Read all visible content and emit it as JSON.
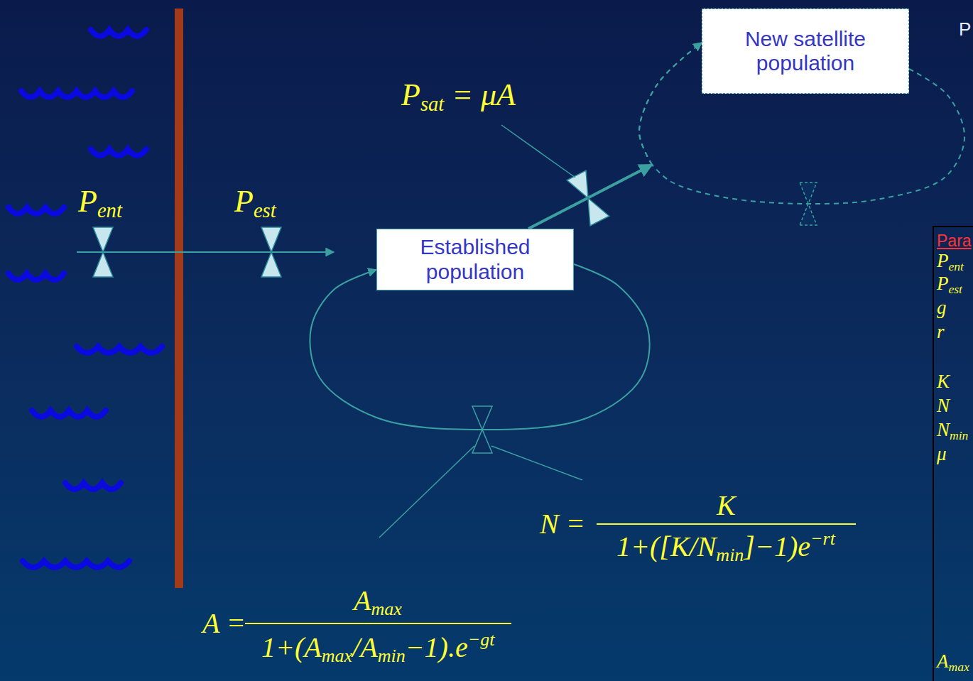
{
  "diagram": {
    "nodes": [
      {
        "text": [
          "Established population"
        ]
      },
      {
        "text": [
          "New satellite population"
        ]
      },
      {
        "text": [
          "Para",
          "Pent",
          "Pest",
          "g",
          "r",
          "K",
          "N",
          "Nmin",
          "μ",
          "Amax"
        ]
      }
    ],
    "edges": [
      {
        "from": 0,
        "to": 1,
        "arrow": "to"
      },
      {
        "from": 0,
        "to": 0,
        "arrow": "to"
      },
      {
        "from": 1,
        "to": 1,
        "arrow": "to"
      }
    ],
    "labels": [
      "P",
      "Psat = μA",
      "Pent",
      "Pest",
      "N =",
      "K",
      "1+([K/Nmin]−1)e−rt",
      "A =",
      "Amax",
      "1+(Amax/Amin−1).e−gt"
    ]
  }
}
